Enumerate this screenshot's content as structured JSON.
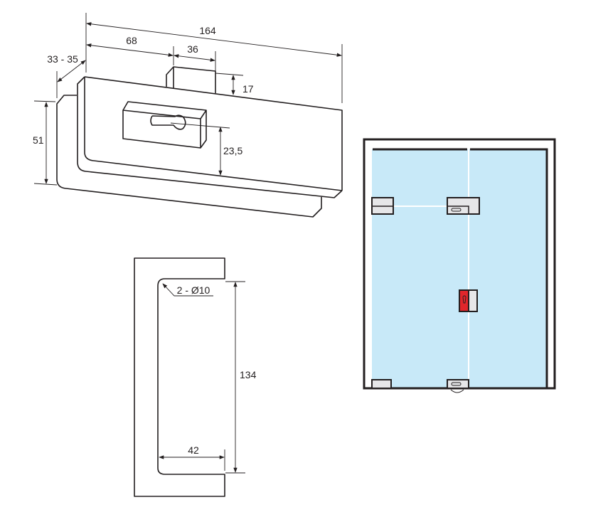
{
  "lock_body_view": {
    "dimensions": {
      "overall_length": "164",
      "bolt_offset": "68",
      "bolt_width": "36",
      "glass_thickness": "33 - 35",
      "bolt_height": "17",
      "cylinder_height": "23,5",
      "body_height": "51"
    }
  },
  "glass_cutout_view": {
    "dimensions": {
      "radius": "2 - Ø10",
      "cutout_height": "134",
      "cutout_depth": "42"
    }
  },
  "door_elevation_view": {
    "colors": {
      "glass": "#c8e9f8",
      "lock_highlight": "#e0262b",
      "fitting": "#e6e6e8",
      "frame": "#231f20"
    }
  }
}
